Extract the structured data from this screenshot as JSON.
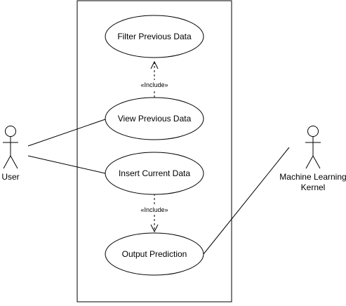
{
  "diagram": {
    "type": "uml-use-case",
    "actors": {
      "user": {
        "label": "User"
      },
      "ml_kernel": {
        "label_line1": "Machine Learning",
        "label_line2": "Kernel"
      }
    },
    "use_cases": {
      "filter_previous_data": "Filter Previous Data",
      "view_previous_data": "View Previous Data",
      "insert_current_data": "Insert Current Data",
      "output_prediction": "Output Prediction"
    },
    "relations": {
      "include_view_to_filter": "«Include»",
      "include_insert_to_output": "«Include»"
    },
    "colors": {
      "stroke": "#000000",
      "fill": "#ffffff",
      "background": "#ffffff"
    }
  }
}
